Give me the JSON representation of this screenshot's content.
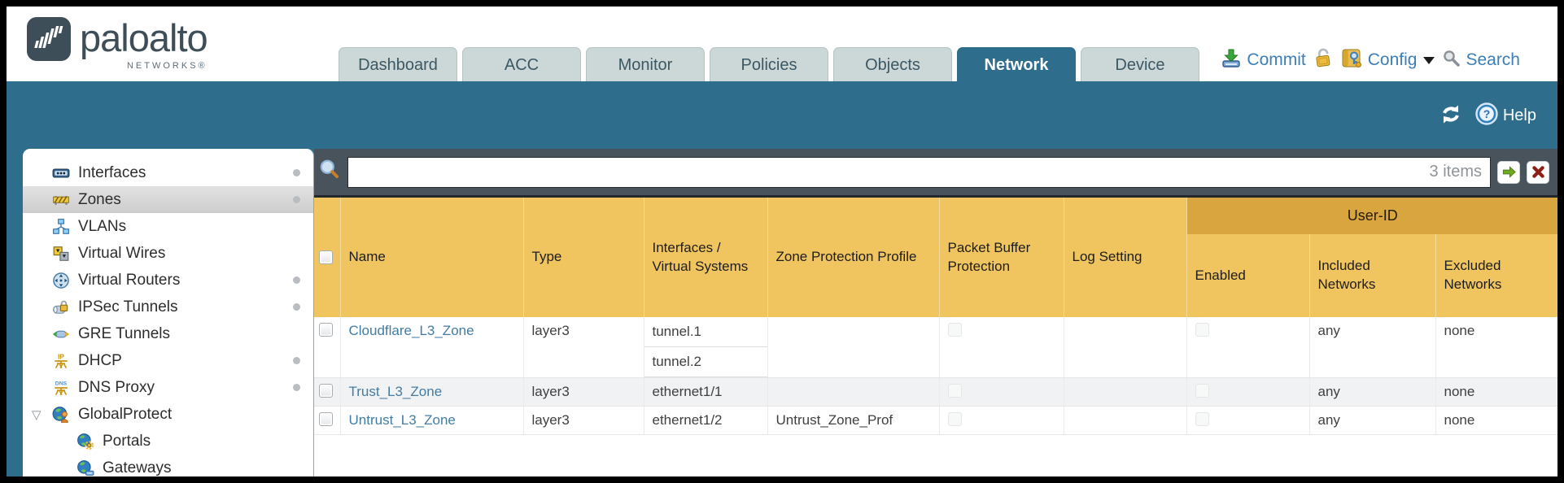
{
  "header": {
    "brand": {
      "wordmark": "paloalto",
      "sub": "NETWORKS®"
    },
    "tabs": [
      {
        "label": "Dashboard",
        "active": false
      },
      {
        "label": "ACC",
        "active": false
      },
      {
        "label": "Monitor",
        "active": false
      },
      {
        "label": "Policies",
        "active": false
      },
      {
        "label": "Objects",
        "active": false
      },
      {
        "label": "Network",
        "active": true
      },
      {
        "label": "Device",
        "active": false
      }
    ],
    "utilities": {
      "commit_label": "Commit",
      "config_label": "Config",
      "search_label": "Search"
    }
  },
  "banner": {
    "help_label": "Help"
  },
  "sidebar": {
    "selected_item": "Zones",
    "items": [
      {
        "label": "Interfaces",
        "icon": "interfaces-icon",
        "dot": true
      },
      {
        "label": "Zones",
        "icon": "zones-icon",
        "dot": true,
        "selected": true
      },
      {
        "label": "VLANs",
        "icon": "vlans-icon"
      },
      {
        "label": "Virtual Wires",
        "icon": "virtual-wires-icon"
      },
      {
        "label": "Virtual Routers",
        "icon": "virtual-routers-icon",
        "dot": true
      },
      {
        "label": "IPSec Tunnels",
        "icon": "ipsec-tunnels-icon",
        "dot": true
      },
      {
        "label": "GRE Tunnels",
        "icon": "gre-tunnels-icon"
      },
      {
        "label": "DHCP",
        "icon": "dhcp-icon",
        "dot": true
      },
      {
        "label": "DNS Proxy",
        "icon": "dns-proxy-icon",
        "dot": true
      },
      {
        "label": "GlobalProtect",
        "icon": "globalprotect-icon",
        "expanded": true
      },
      {
        "label": "Portals",
        "icon": "portals-icon",
        "child": true
      },
      {
        "label": "Gateways",
        "icon": "gateways-icon",
        "child": true
      }
    ]
  },
  "filterbar": {
    "search_value": "",
    "items_count": "3 items"
  },
  "table": {
    "group_header": "User-ID",
    "columns": {
      "name": "Name",
      "type": "Type",
      "interfaces": "Interfaces / Virtual Systems",
      "zone_protection": "Zone Protection Profile",
      "packet_buffer": "Packet Buffer Protection",
      "log_setting": "Log Setting",
      "enabled": "Enabled",
      "included": "Included Networks",
      "excluded": "Excluded Networks"
    },
    "rows": [
      {
        "name": "Cloudflare_L3_Zone",
        "type": "layer3",
        "interfaces_0": "tunnel.1",
        "interfaces_1": "tunnel.2",
        "zone_protection": "",
        "log_setting": "",
        "included": "any",
        "excluded": "none"
      },
      {
        "name": "Trust_L3_Zone",
        "type": "layer3",
        "interfaces_0": "ethernet1/1",
        "zone_protection": "",
        "log_setting": "",
        "included": "any",
        "excluded": "none"
      },
      {
        "name": "Untrust_L3_Zone",
        "type": "layer3",
        "interfaces_0": "ethernet1/2",
        "zone_protection": "Untrust_Zone_Prof",
        "log_setting": "",
        "included": "any",
        "excluded": "none"
      }
    ]
  },
  "colors": {
    "accent_teal": "#2f6d8d",
    "header_amber": "#f0c55f",
    "group_amber": "#d9a53e",
    "link_blue": "#437ca3",
    "filterbar_slate": "#49535b"
  }
}
